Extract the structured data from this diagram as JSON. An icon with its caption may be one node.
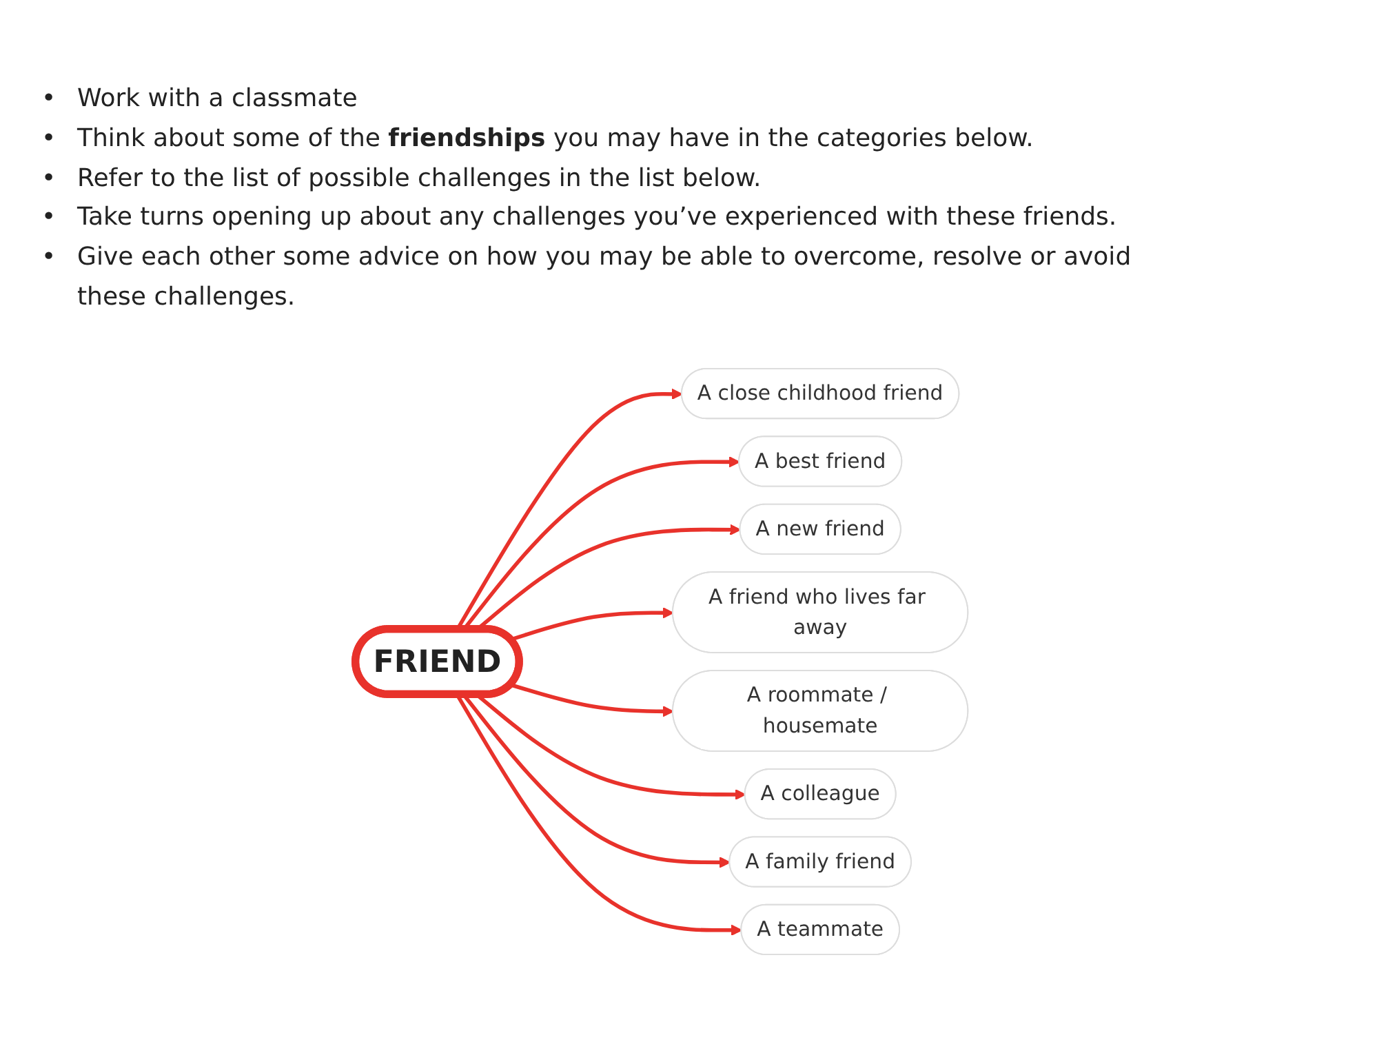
{
  "diagram": {
    "nodes": [
      {
        "text": [
          "FRIEND"
        ]
      },
      {
        "text": [
          "A close childhood friend"
        ]
      },
      {
        "text": [
          "A best friend"
        ]
      },
      {
        "text": [
          "A new friend"
        ]
      },
      {
        "text": [
          "A friend who lives far away"
        ]
      },
      {
        "text": [
          "A roommate / housemate"
        ]
      },
      {
        "text": [
          "A colleague"
        ]
      },
      {
        "text": [
          "A family friend"
        ]
      },
      {
        "text": [
          "A teammate"
        ]
      }
    ],
    "edges": [
      {
        "from": 0,
        "to": 1,
        "arrow": "to"
      },
      {
        "from": 0,
        "to": 2,
        "arrow": "to"
      },
      {
        "from": 0,
        "to": 3,
        "arrow": "to"
      },
      {
        "from": 0,
        "to": 4,
        "arrow": "to"
      },
      {
        "from": 0,
        "to": 5,
        "arrow": "to"
      },
      {
        "from": 0,
        "to": 6,
        "arrow": "to"
      },
      {
        "from": 0,
        "to": 7,
        "arrow": "to"
      },
      {
        "from": 0,
        "to": 8,
        "arrow": "to"
      }
    ],
    "labels": [
      "•",
      "Work with a classmate",
      "•",
      "Think about some of the **friendships** you may have in the categories below.",
      "•",
      "Refer to the list of possible challenges in the list below.",
      "•",
      "Take turns opening up about any challenges you’ve experienced with these friends.",
      "•",
      "Give each other some advice on how you may be able to overcome, resolve or avoid these challenges."
    ]
  }
}
